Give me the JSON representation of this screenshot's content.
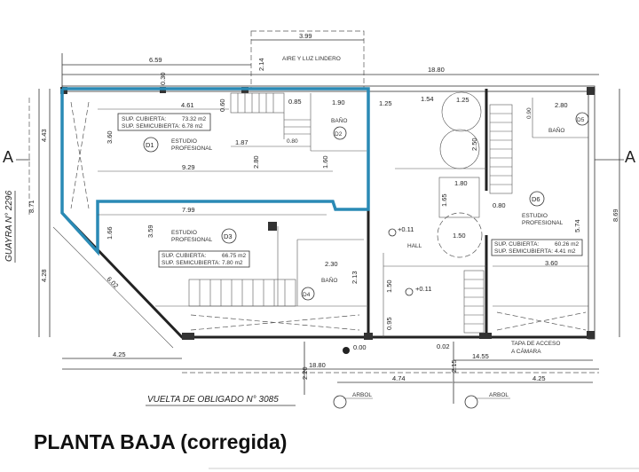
{
  "title": "PLANTA BAJA (corregida)",
  "streets": {
    "left": "GUAYRA N° 2296",
    "bottom": "VUELTA DE OBLIGADO N° 3085"
  },
  "section_marks": {
    "left": "A",
    "right": "A"
  },
  "colors": {
    "highlight": "#2a8ab5",
    "wall": "#222222"
  },
  "top": {
    "aire_luz": "AIRE Y LUZ LINDERO",
    "dims": [
      "3.99",
      "6.59",
      "18.80",
      "0.30",
      "2.14"
    ]
  },
  "left_dims": [
    "4.43",
    "8.71",
    "4.28"
  ],
  "right_dims": [
    "8.69"
  ],
  "bottom": {
    "dims": [
      "4.25",
      "18.80",
      "2.20",
      "4.74",
      "2.15",
      "14.55",
      "4.25"
    ],
    "level_0": "0.00",
    "level_002": "0.02",
    "tapa": [
      "TAPA DE ACCESO",
      "A CÁMARA"
    ],
    "arbol": "ARBOL"
  },
  "units": {
    "d1": {
      "id": "D1",
      "name": [
        "ESTUDIO",
        "PROFESIONAL"
      ],
      "sup_cubierta_label": "SUP. CUBIERTA:",
      "sup_cubierta": "73.32 m2",
      "sup_semi_label": "SUP. SEMICUBIERTA:",
      "sup_semi": "6.78 m2",
      "dims": [
        "4.61",
        "0.60",
        "0.85",
        "1.90",
        "1.87",
        "2.80",
        "3.60",
        "9.29",
        "1.60",
        "0.80"
      ],
      "bath": "BAÑO",
      "bath_id": "D2"
    },
    "d3": {
      "id": "D3",
      "name": [
        "ESTUDIO",
        "PROFESIONAL"
      ],
      "sup_cubierta_label": "SUP. CUBIERTA:",
      "sup_cubierta": "66.75 m2",
      "sup_semi_label": "SUP. SEMICUBIERTA:",
      "sup_semi": "7.80 m2",
      "dims": [
        "7.99",
        "1.66",
        "3.59",
        "2.30",
        "2.13",
        "6.02"
      ],
      "bath": "BAÑO",
      "bath_id": "D4"
    },
    "d6": {
      "id": "D6",
      "name": [
        "ESTUDIO",
        "PROFESIONAL"
      ],
      "sup_cubierta_label": "SUP. CUBIERTA:",
      "sup_cubierta": "60.26 m2",
      "sup_semi_label": "SUP. SEMICUBIERTA:",
      "sup_semi": "4.41 m2",
      "dims": [
        "0.80",
        "5.74",
        "3.60",
        "2.80",
        "0.90"
      ],
      "bath": "BAÑO",
      "bath_id": "D5"
    }
  },
  "hall": {
    "label": "HALL",
    "level": "+0.11",
    "level2": "+0.11",
    "dims": [
      "1.25",
      "1.54",
      "1.25",
      "2.50",
      "1.80",
      "1.65",
      "1.50",
      "1.50",
      "0.95"
    ]
  }
}
